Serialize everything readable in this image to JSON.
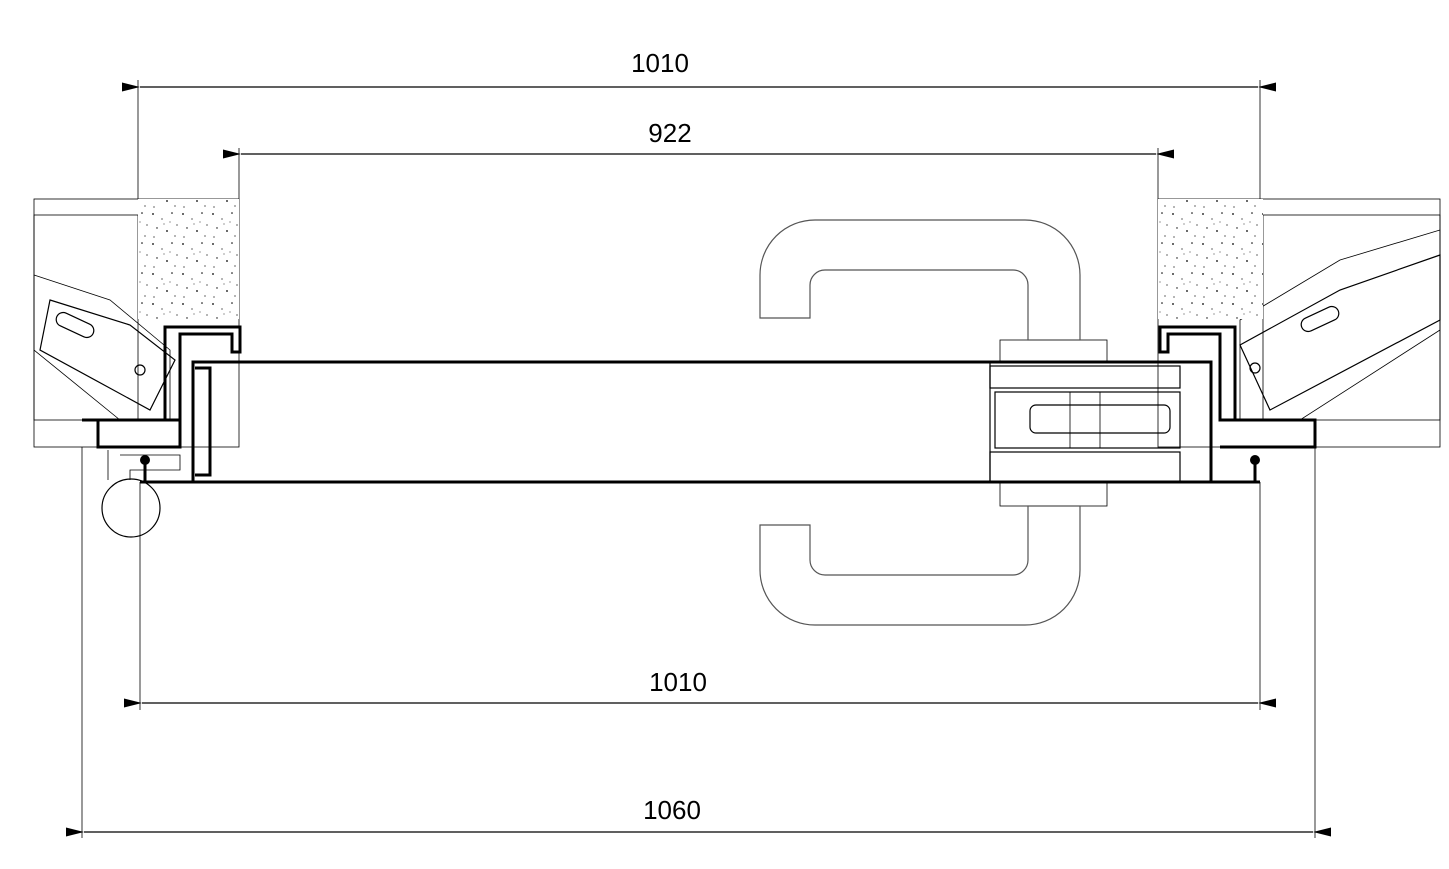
{
  "dimensions": {
    "top_outer": "1010",
    "top_inner": "922",
    "bottom_inner": "1010",
    "bottom_outer": "1060"
  },
  "colors": {
    "line": "#000000",
    "handle": "#555555",
    "concrete": "#ffffff"
  },
  "icons": {
    "arrow": "arrowhead"
  }
}
